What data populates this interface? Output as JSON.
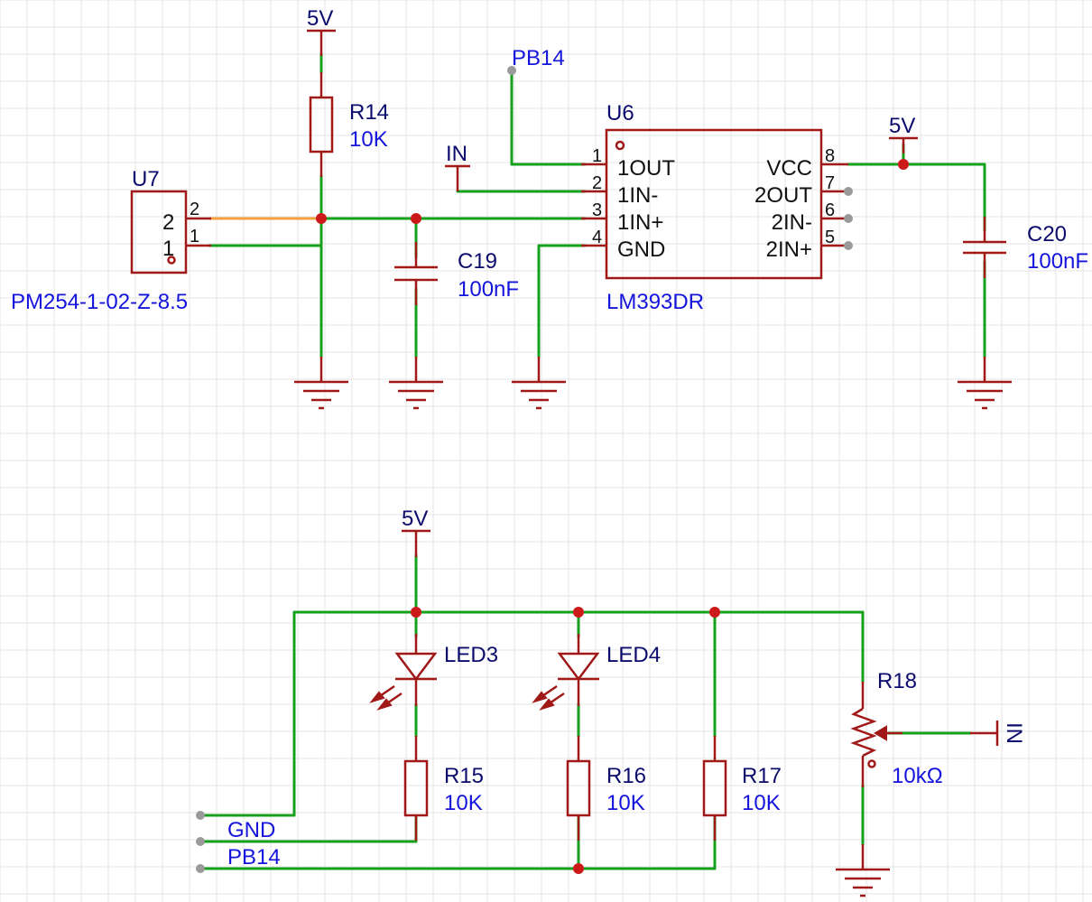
{
  "nets": {
    "vcc": "5V",
    "in": "IN",
    "pb14": "PB14",
    "gnd_label": "GND",
    "pb14_label": "PB14"
  },
  "u7": {
    "designator": "U7",
    "value": "PM254-1-02-Z-8.5",
    "pin2_inner": "2",
    "pin1_inner": "1",
    "pin2": "2",
    "pin1": "1"
  },
  "u6": {
    "designator": "U6",
    "value": "LM393DR",
    "left_pins": [
      {
        "num": "1",
        "name": "1OUT"
      },
      {
        "num": "2",
        "name": "1IN-"
      },
      {
        "num": "3",
        "name": "1IN+"
      },
      {
        "num": "4",
        "name": "GND"
      }
    ],
    "right_pins": [
      {
        "num": "8",
        "name": "VCC"
      },
      {
        "num": "7",
        "name": "2OUT"
      },
      {
        "num": "6",
        "name": "2IN-"
      },
      {
        "num": "5",
        "name": "2IN+"
      }
    ]
  },
  "r14": {
    "designator": "R14",
    "value": "10K"
  },
  "c19": {
    "designator": "C19",
    "value": "100nF"
  },
  "c20": {
    "designator": "C20",
    "value": "100nF"
  },
  "led3": {
    "designator": "LED3"
  },
  "led4": {
    "designator": "LED4"
  },
  "r15": {
    "designator": "R15",
    "value": "10K"
  },
  "r16": {
    "designator": "R16",
    "value": "10K"
  },
  "r17": {
    "designator": "R17",
    "value": "10K"
  },
  "r18": {
    "designator": "R18",
    "value": "10kΩ"
  },
  "colors": {
    "wire": "#16a01c",
    "component": "#a01818",
    "junction": "#cc1a1a",
    "designator_text": "#0b0b6e",
    "value_text": "#1414dc",
    "highlighted_wire": "#f5a040"
  }
}
